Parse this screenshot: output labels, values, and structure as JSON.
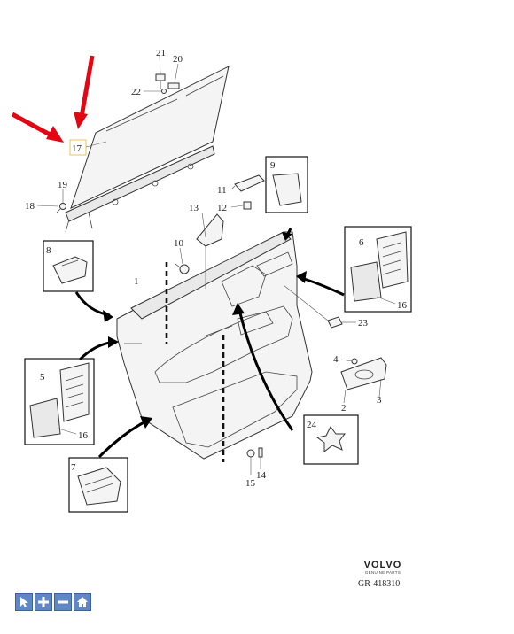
{
  "diagram": {
    "callouts": {
      "c1": "1",
      "c2": "2",
      "c3": "3",
      "c4": "4",
      "c5": "5",
      "c6": "6",
      "c7": "7",
      "c8": "8",
      "c9": "9",
      "c10": "10",
      "c11": "11",
      "c12": "12",
      "c13": "13",
      "c14": "14",
      "c15": "15",
      "c16a": "16",
      "c16b": "16",
      "c17": "17",
      "c18": "18",
      "c19": "19",
      "c20": "20",
      "c21": "21",
      "c22": "22",
      "c23": "23",
      "c24": "24"
    },
    "highlighted_callout": "17",
    "highlight_color": "#e30613"
  },
  "brand": {
    "name": "VOLVO",
    "tagline": "GENUINE PARTS"
  },
  "reference_code": "GR-418310",
  "toolbar": {
    "buttons": [
      {
        "icon": "pointer-icon"
      },
      {
        "icon": "zoom-in-icon"
      },
      {
        "icon": "zoom-out-icon"
      },
      {
        "icon": "home-icon"
      }
    ],
    "color": "#5f86c6"
  }
}
